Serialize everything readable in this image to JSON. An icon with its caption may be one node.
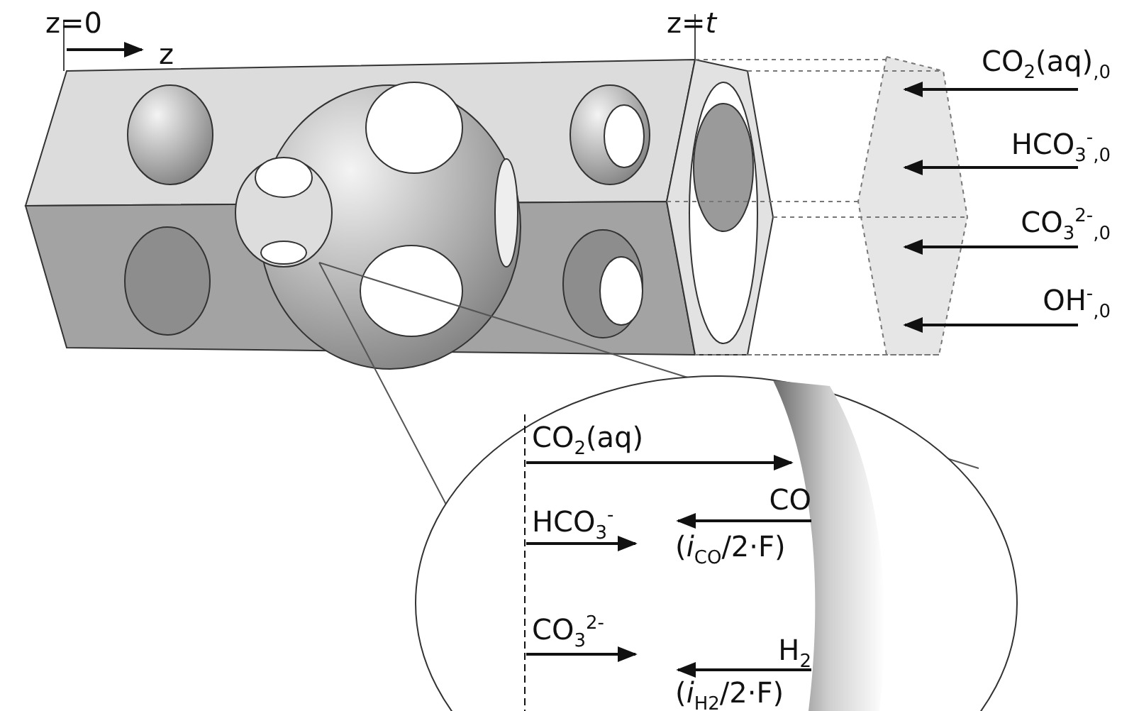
{
  "diagram": {
    "labels": [
      "z=0",
      "z",
      "z=*t*",
      "CO$_{2}$(aq)$_{,0}$",
      "HCO$_{3}$$^{-}$$_{,0}$",
      "CO$_{3}$$^{2-}$$_{,0}$",
      "OH$^{-}$$_{,0}$",
      "CO$_{2}$(aq)",
      "HCO$_{3}$$^{-}$",
      "CO",
      "(*i*$_{CO}$/2·F)",
      "CO$_{3}$$^{2-}$",
      "H$_{2}$",
      "(*i*$_{H2}$/2·F)"
    ]
  }
}
